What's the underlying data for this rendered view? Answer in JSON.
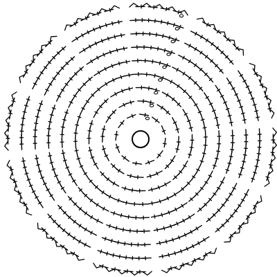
{
  "pattern": {
    "sectors": 12,
    "rows": 9,
    "ink": "#000000",
    "background": "#ffffff",
    "symbols": [
      "magic-ring",
      "chain-stitch",
      "double-crochet",
      "v-increase"
    ]
  }
}
